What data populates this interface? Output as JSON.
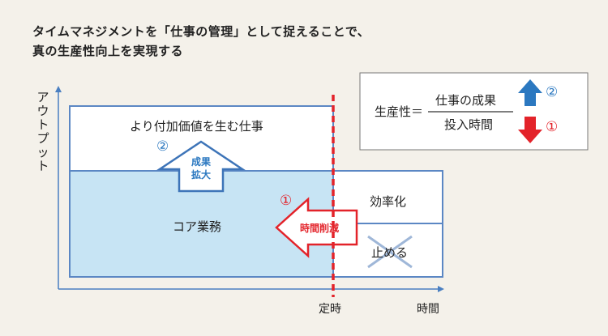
{
  "title": {
    "line1": "タイムマネジメントを「仕事の管理」として捉えることで、",
    "line2": "真の生産性向上を実現する"
  },
  "axes": {
    "y_label": "アウトプット",
    "x_tick_teiji": "定時",
    "x_label": "時間"
  },
  "blocks": {
    "top_value": "より付加価値を生む仕事",
    "core": "コア業務",
    "efficiency": "効率化",
    "stop": "止める"
  },
  "arrows": {
    "expand_num": "②",
    "expand_text_line1": "成果",
    "expand_text_line2": "拡大",
    "reduce_num": "①",
    "reduce_text": "時間削減"
  },
  "formula": {
    "lhs": "生産性＝",
    "numerator": "仕事の成果",
    "denominator": "投入時間",
    "num_marker": "②",
    "den_marker": "①"
  },
  "colors": {
    "background": "#f4f1ea",
    "box_border": "#5b87c4",
    "core_fill": "#c7e4f4",
    "blue": "#2b78c0",
    "red": "#e3232a"
  }
}
